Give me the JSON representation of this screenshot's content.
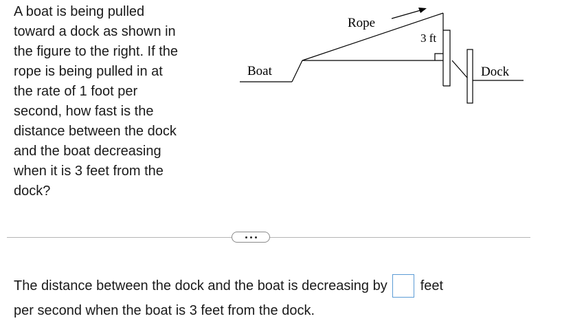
{
  "question": {
    "lines": [
      "A boat is being pulled",
      "toward a dock as shown in",
      "the figure to the right. If the",
      "rope is being pulled in at",
      "the rate of 1 foot per",
      "second, how fast is the",
      "distance between the dock",
      "and the boat decreasing",
      "when it is 3 feet from the",
      "dock?"
    ]
  },
  "figure": {
    "rope_label": "Rope",
    "height_label": "3 ft",
    "boat_label": "Boat",
    "dock_label": "Dock"
  },
  "more_button": {
    "label": "..."
  },
  "answer": {
    "prefix": "The distance between the dock and the boat is decreasing by",
    "input_value": "",
    "unit": "feet",
    "suffix": "per second when the boat is 3 feet from the dock."
  }
}
